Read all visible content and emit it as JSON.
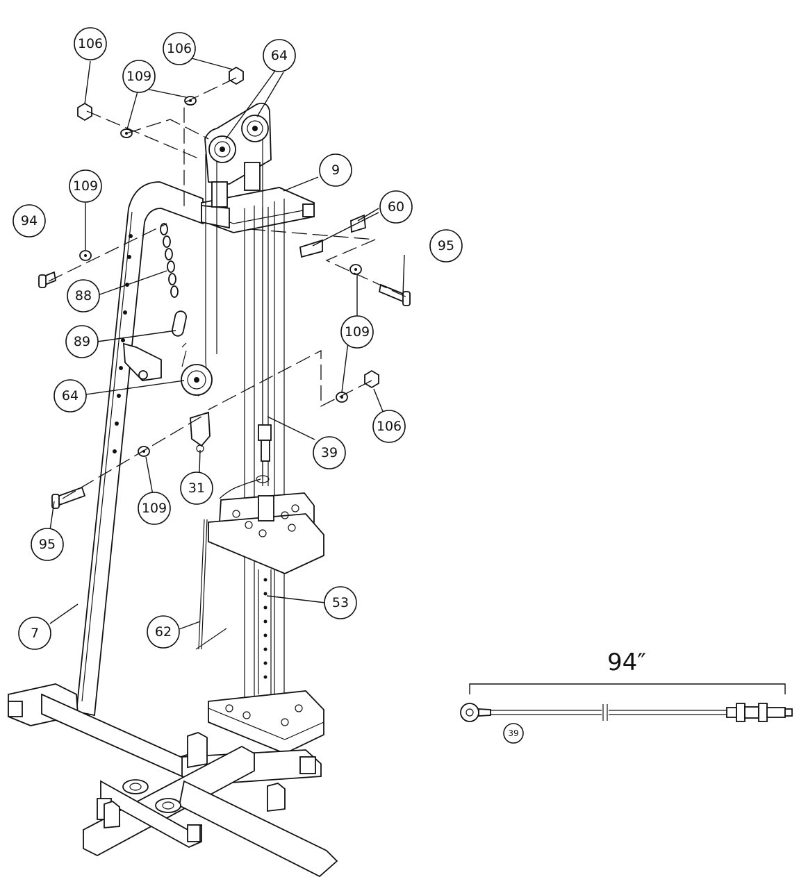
{
  "callouts": [
    {
      "label": "106"
    },
    {
      "label": "106"
    },
    {
      "label": "109"
    },
    {
      "label": "64"
    },
    {
      "label": "9"
    },
    {
      "label": "60"
    },
    {
      "label": "109"
    },
    {
      "label": "94"
    },
    {
      "label": "95"
    },
    {
      "label": "88"
    },
    {
      "label": "89"
    },
    {
      "label": "109"
    },
    {
      "label": "64"
    },
    {
      "label": "106"
    },
    {
      "label": "39"
    },
    {
      "label": "31"
    },
    {
      "label": "109"
    },
    {
      "label": "95"
    },
    {
      "label": "53"
    },
    {
      "label": "62"
    },
    {
      "label": "7"
    }
  ],
  "cable_detail": {
    "length_label": "94″",
    "part_label": "39"
  }
}
